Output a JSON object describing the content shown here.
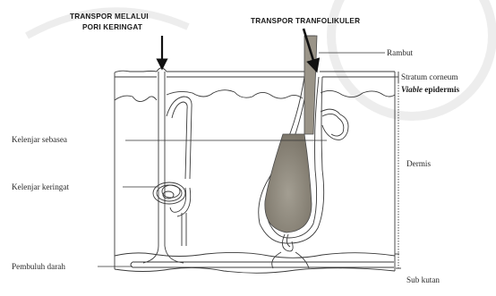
{
  "titles": {
    "pore_transport": [
      "TRANSPOR MELALUI",
      "PORI KERINGAT"
    ],
    "follicular_transport": "TRANSPOR TRANFOLIKULER"
  },
  "labels": {
    "hair": "Rambut",
    "stratum_corneum": "Stratum corneum",
    "viable_epidermis_italic": "Viable",
    "viable_epidermis_rest": " epidermis",
    "sebaceous_gland": "Kelenjar sebasea",
    "dermis": "Dermis",
    "sweat_gland": "Kelenjar keringat",
    "blood_vessel": "Pembuluh darah",
    "subcutis": "Sub kutan"
  },
  "colors": {
    "outline": "#3a3a3a",
    "hair_bulb": "#8f8a7e",
    "hair_shaft": "#9a9488",
    "arrow": "#111111"
  }
}
